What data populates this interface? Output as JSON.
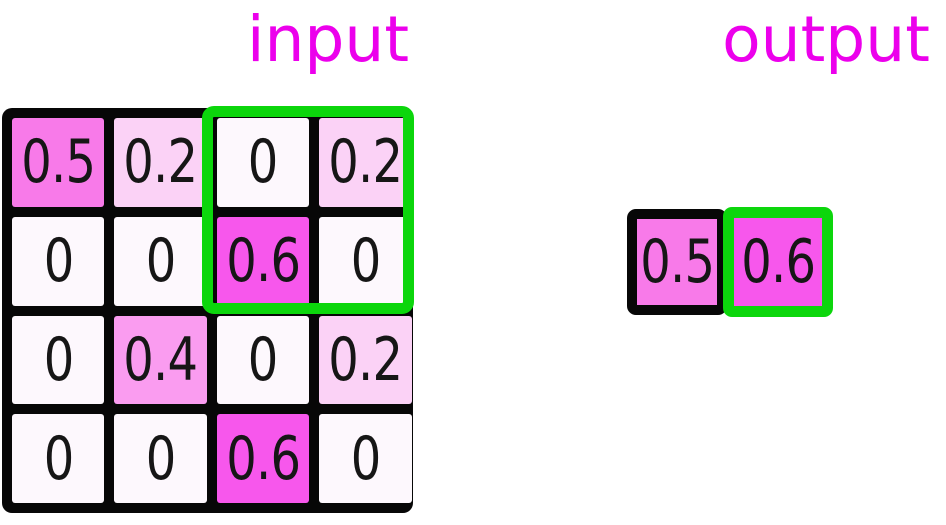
{
  "titles": {
    "input": "input",
    "output": "output"
  },
  "colors": {
    "background": "#ffffff",
    "title_magenta": "#ec00ec",
    "grid_black": "#070707",
    "highlight_green": "#0cd60c",
    "number_ink": "#161616"
  },
  "value_colors": {
    "0": "#fdf8fd",
    "0.2": "#fbd2f6",
    "0.4": "#fa9cf0",
    "0.5": "#f87ae9",
    "0.6": "#f757ec"
  },
  "input_grid": {
    "rows": [
      [
        "0.5",
        "0.2",
        "0",
        "0.2"
      ],
      [
        "0",
        "0",
        "0.6",
        "0"
      ],
      [
        "0",
        "0.4",
        "0",
        "0.2"
      ],
      [
        "0",
        "0",
        "0.6",
        "0"
      ]
    ],
    "highlight_window": {
      "rows": [
        1,
        2
      ],
      "cols": [
        3,
        4
      ]
    }
  },
  "output": {
    "cells": [
      {
        "value": "0.5",
        "highlighted": false
      },
      {
        "value": "0.6",
        "highlighted": true
      }
    ]
  }
}
